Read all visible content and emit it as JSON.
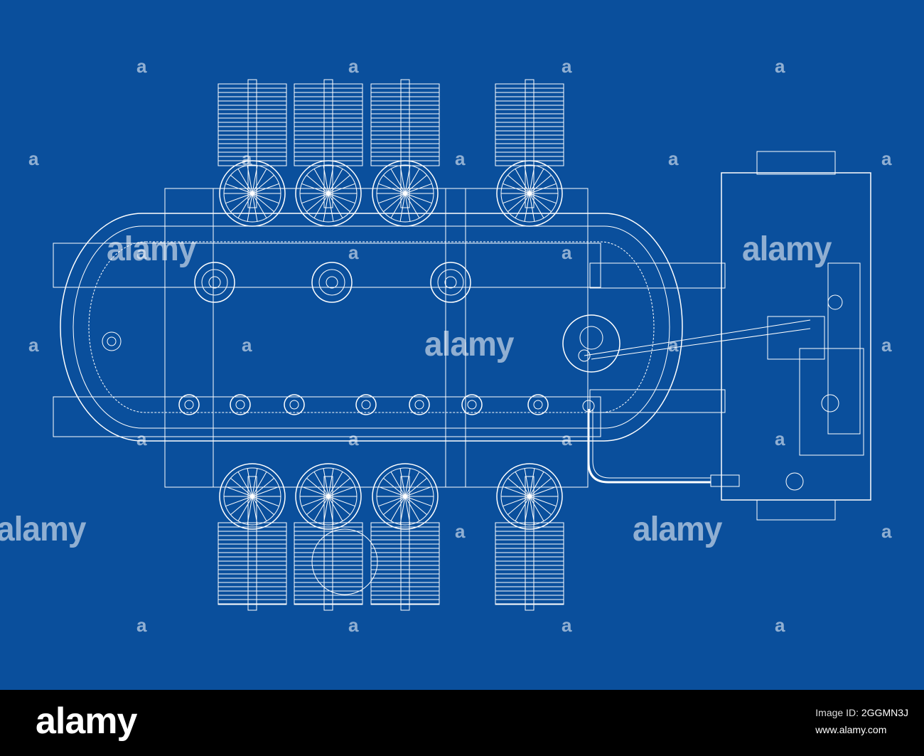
{
  "watermark": {
    "word": "alamy",
    "letter": "a"
  },
  "footer": {
    "logo": "alamy",
    "image_id_label": "Image ID:",
    "image_id": "2GGMN3J",
    "site": "www.alamy.com"
  },
  "colors": {
    "blueprint_bg": "#0a4f9c",
    "line": "#ffffff",
    "footer_bg": "#000000"
  },
  "icons": [
    "brush-head-icon",
    "roller-icon",
    "motor-box-icon",
    "pipe-icon"
  ]
}
